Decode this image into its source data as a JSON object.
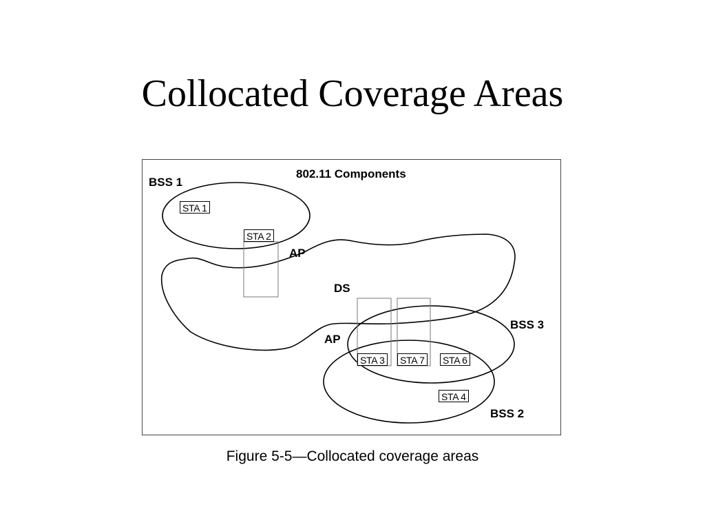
{
  "slide": {
    "title": "Collocated Coverage Areas",
    "caption": "Figure 5-5—Collocated coverage areas"
  },
  "diagram": {
    "heading": "802.11 Components",
    "bss_labels": [
      "BSS 1",
      "BSS 3",
      "BSS 2"
    ],
    "ap_labels": [
      "AP",
      "AP"
    ],
    "ds_label": "DS",
    "stations": [
      "STA 1",
      "STA 2",
      "STA 3",
      "STA 7",
      "STA 6",
      "STA 4"
    ]
  }
}
